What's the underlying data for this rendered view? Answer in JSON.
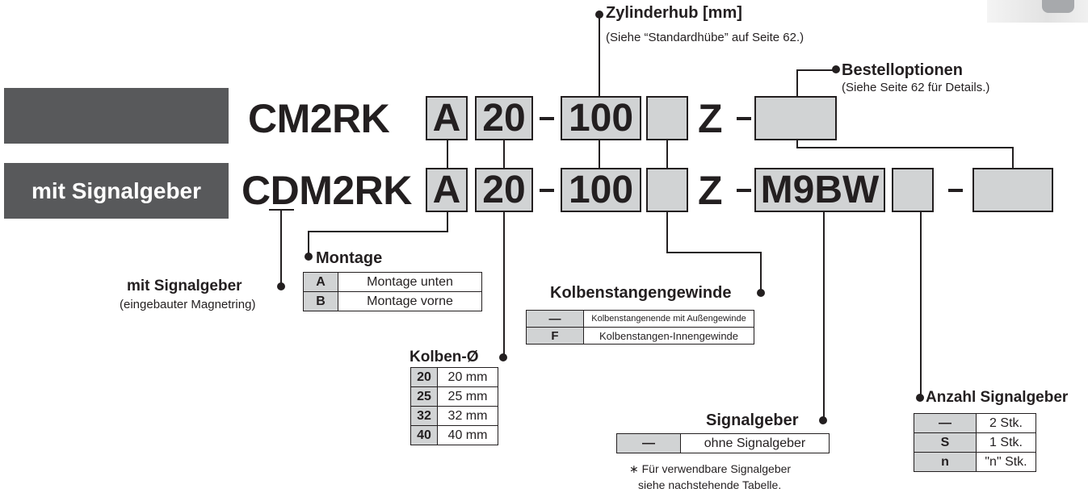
{
  "banners": {
    "standard": "",
    "with_switch": "mit Signalgeber"
  },
  "codes": {
    "line1_prefix": "CM2RK",
    "line2_prefix": "CDM2RK",
    "mounting": "A",
    "bore": "20",
    "separator": "-",
    "stroke": "100",
    "z": "Z",
    "switch_model": "M9BW"
  },
  "stroke": {
    "title": "Zylinderhub [mm]",
    "note": "(Siehe “Standardhübe” auf Seite 62.)"
  },
  "options": {
    "title": "Bestelloptionen",
    "note": "(Siehe Seite 62 für Details.)"
  },
  "with_switch": {
    "title": "mit Signalgeber",
    "note": "(eingebauter Magnetring)"
  },
  "mounting": {
    "title": "Montage",
    "rows": [
      {
        "key": "A",
        "value": "Montage unten"
      },
      {
        "key": "B",
        "value": "Montage vorne"
      }
    ]
  },
  "rod_thread": {
    "title": "Kolbenstangengewinde",
    "rows": [
      {
        "key": "—",
        "value": "Kolbenstangenende mit Außengewinde"
      },
      {
        "key": "F",
        "value": "Kolbenstangen-Innengewinde"
      }
    ]
  },
  "bore": {
    "title": "Kolben-Ø",
    "rows": [
      {
        "key": "20",
        "value": "20 mm"
      },
      {
        "key": "25",
        "value": "25 mm"
      },
      {
        "key": "32",
        "value": "32 mm"
      },
      {
        "key": "40",
        "value": "40 mm"
      }
    ]
  },
  "switch": {
    "title": "Signalgeber",
    "rows": [
      {
        "key": "—",
        "value": "ohne Signalgeber"
      }
    ],
    "note_line1": "∗ Für verwendbare Signalgeber",
    "note_line2": "siehe nachstehende Tabelle."
  },
  "switch_count": {
    "title": "Anzahl Signalgeber",
    "rows": [
      {
        "key": "—",
        "value": "2 Stk."
      },
      {
        "key": "S",
        "value": "1 Stk."
      },
      {
        "key": "n",
        "value": "\"n\" Stk."
      }
    ]
  }
}
